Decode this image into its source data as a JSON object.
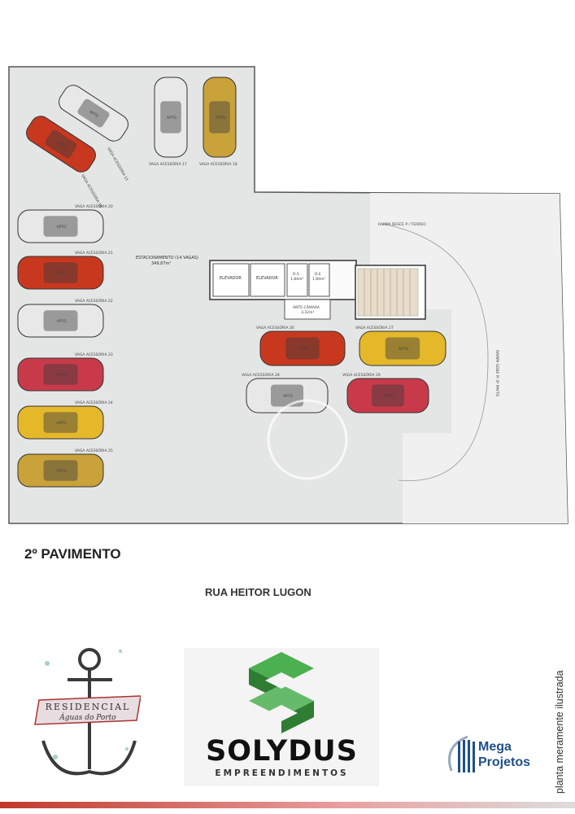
{
  "plan": {
    "stairs_labels": [
      "RAMPA DESCE P / TERREO",
      "RAMPA SOBE P/ 3º PAVTO"
    ],
    "area_label": "ESTACIONAMENTO (14 VAGAS)",
    "area_value": "349,87m²",
    "rooms": [
      {
        "label": "ELEVADOR"
      },
      {
        "label": "ELEVADOR"
      },
      {
        "label": "D.S",
        "sub": "1,84m²"
      },
      {
        "label": "D.E",
        "sub": "1,84m²"
      }
    ],
    "antecamara_label": "ANTE-CÂMARA",
    "antecamara_area": "3,32m²",
    "spots": [
      {
        "label": "VAGA ACESSÓRIA 15",
        "color": "#e8e8e8"
      },
      {
        "label": "VAGA ACESSÓRIA 16",
        "color": "#c8381f"
      },
      {
        "label": "VAGA ACESSÓRIA 17",
        "color": "#e8e8e8"
      },
      {
        "label": "VAGA ACESSÓRIA 18",
        "color": "#c9a23a"
      },
      {
        "label": "VAGA ACESSÓRIA 20",
        "color": "#e8e8e8"
      },
      {
        "label": "VAGA ACESSÓRIA 21",
        "color": "#c8381f"
      },
      {
        "label": "VAGA ACESSÓRIA 22",
        "color": "#e8e8e8"
      },
      {
        "label": "VAGA ACESSÓRIA 23",
        "color": "#c83a4a"
      },
      {
        "label": "VAGA ACESSÓRIA 24",
        "color": "#e5b82a"
      },
      {
        "label": "VAGA ACESSÓRIA 25",
        "color": "#c9a23a"
      },
      {
        "label": "VAGA ACESSÓRIA 26",
        "color": "#c8381f"
      },
      {
        "label": "VAGA ACESSÓRIA 27",
        "color": "#e5b82a"
      },
      {
        "label": "VAGA ACESSÓRIA 28",
        "color": "#e8e8e8"
      },
      {
        "label": "VAGA ACESSÓRIA 29",
        "color": "#c83a4a"
      }
    ],
    "car_tag": "APTO"
  },
  "floor_title": "2º PAVIMENTO",
  "street_name": "RUA HEITOR LUGON",
  "residencial": {
    "line1": "RESIDENCIAL",
    "line2": "Águas do Porto"
  },
  "solydus": {
    "name": "SOLYDUS",
    "sub": "EMPREENDIMENTOS",
    "color": "#2e9a3a"
  },
  "mega": {
    "line1": "Mega",
    "line2": "Projetos",
    "color": "#1f4f8a"
  },
  "disclaimer": "planta meramente ilustrada"
}
